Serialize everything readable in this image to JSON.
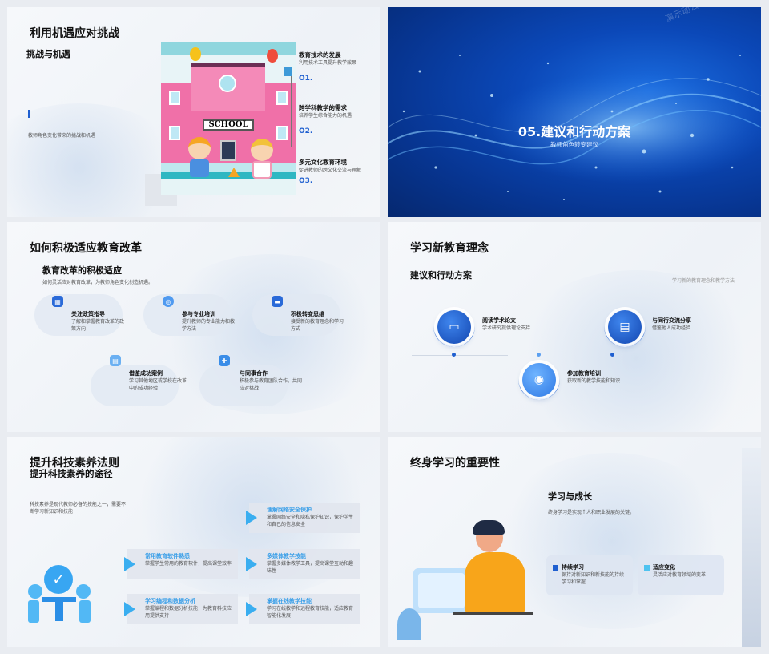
{
  "slide1": {
    "title": "利用机遇应对挑战",
    "subtitle": "挑战与机遇",
    "caption": "教师角色变化带来的挑战和机遇",
    "school_sign": "SCHOOL",
    "items": [
      {
        "title": "教育技术的发展",
        "desc": "利用技术工具提升教学效果",
        "num": "O1."
      },
      {
        "title": "跨学科教学的需求",
        "desc": "培养学生综合能力的机遇",
        "num": "O2."
      },
      {
        "title": "多元文化教育环境",
        "desc": "促进教师的跨文化交流与理解",
        "num": "O3."
      }
    ]
  },
  "slide2": {
    "title": "05.建议和行动方案",
    "subtitle": "教师角色转变建议",
    "watermark": "演示动公"
  },
  "slide3": {
    "title": "如何积极适应教育改革",
    "subtitle": "教育改革的积极适应",
    "intro": "如何灵活应对教育改革，为教师角色变化创造机遇。",
    "items": [
      {
        "title": "关注政策指导",
        "desc": "了解和掌握教育改革的政策方向"
      },
      {
        "title": "参与专业培训",
        "desc": "提升教师的专业能力和教学方法"
      },
      {
        "title": "积极转变思维",
        "desc": "接受新的教育理念和学习方式"
      },
      {
        "title": "借鉴成功案例",
        "desc": "学习其他地区或学校在改革中的成功经验"
      },
      {
        "title": "与同事合作",
        "desc": "积极参与教育团队合作，共同应对挑战"
      }
    ]
  },
  "slide4": {
    "title": "学习新教育理念",
    "subtitle": "建议和行动方案",
    "caption": "学习新的教育理念和教学方法",
    "items": [
      {
        "title": "阅读学术论文",
        "desc": "学术研究提供理论支持"
      },
      {
        "title": "与同行交流分享",
        "desc": "借鉴他人成功经验"
      },
      {
        "title": "参加教育培训",
        "desc": "获取新的教学技能和知识"
      }
    ]
  },
  "slide5": {
    "title": "提升科技素养法则",
    "subtitle": "提升科技素养的途径",
    "intro": "科技素养是现代教师必备的技能之一，需要不断学习新知识和技能",
    "items": [
      {
        "title": "理解网络安全保护",
        "desc": "掌握网络安全和隐私保护知识，保护学生和自己的信息安全"
      },
      {
        "title": "常用教育软件熟悉",
        "desc": "掌握学生常用的教育软件，提高课堂效率"
      },
      {
        "title": "多媒体教学技能",
        "desc": "掌握多媒体教学工具，提高课堂互动和趣味性"
      },
      {
        "title": "学习编程和数据分析",
        "desc": "掌握编程和数据分析技能，为教育科技应用提供支持"
      },
      {
        "title": "掌握在线教学技能",
        "desc": "学习在线教学和远程教育技能，适应教育智能化发展"
      }
    ]
  },
  "slide6": {
    "title": "终身学习的重要性",
    "subtitle": "学习与成长",
    "intro": "终身学习是实现个人和职业发展的关键。",
    "items": [
      {
        "title": "持续学习",
        "desc": "保持对新知识和新技能的持续学习和掌握",
        "color": "#1f5fd0"
      },
      {
        "title": "适应变化",
        "desc": "灵活应对教育领域的变革",
        "color": "#4fc3f0"
      }
    ]
  }
}
